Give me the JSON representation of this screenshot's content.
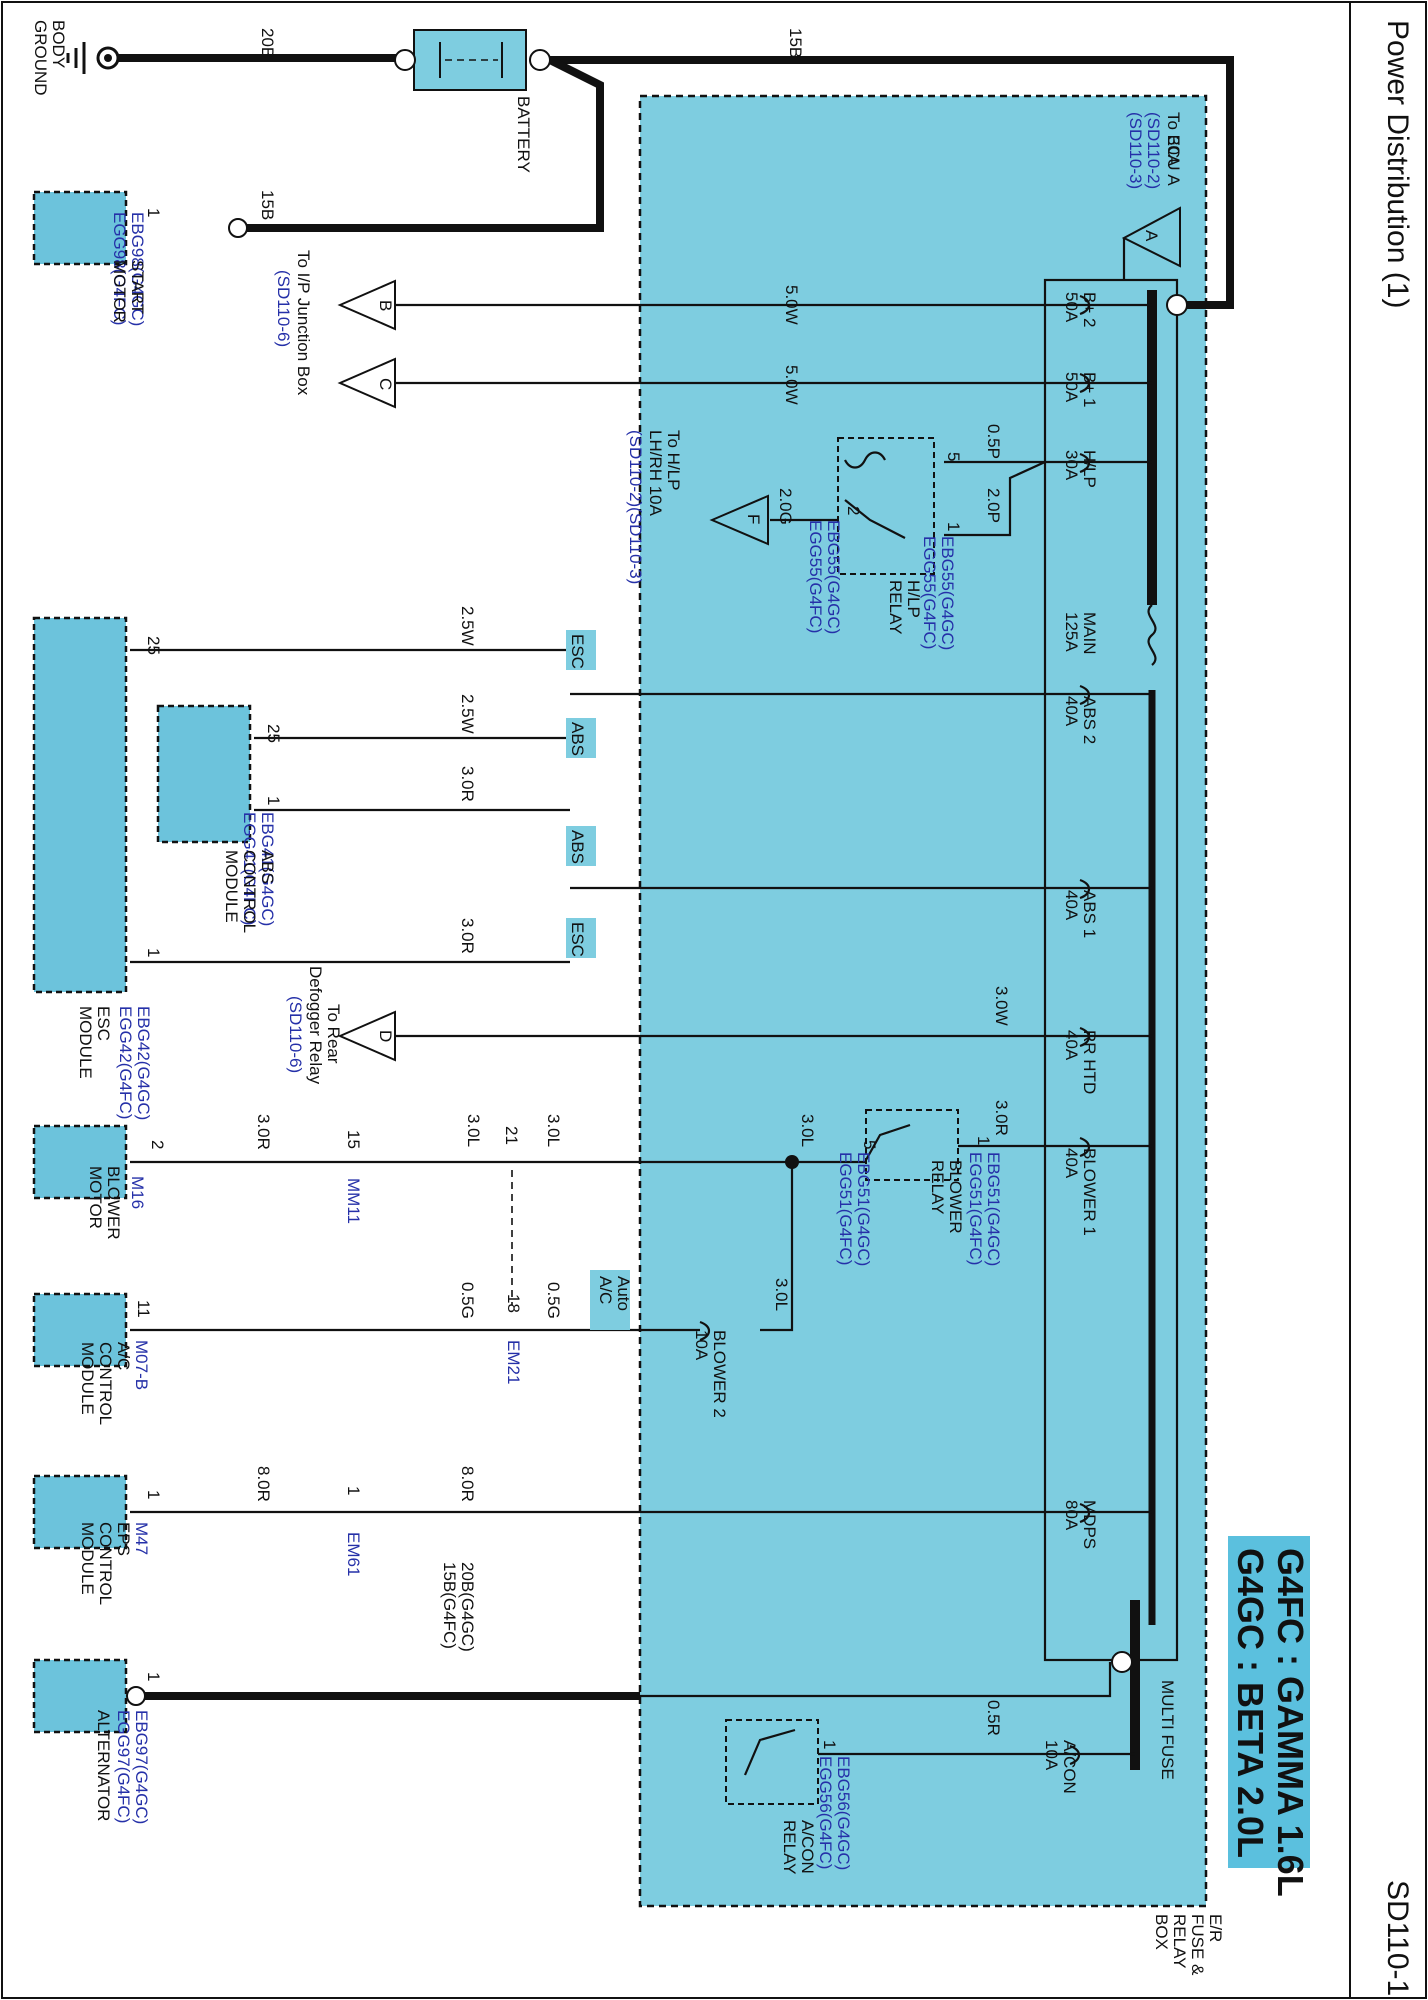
{
  "page": {
    "title": "Power Distribution (1)",
    "code": "SD110-1"
  },
  "engines": {
    "line1": "G4FC : GAMMA 1.6L",
    "line2": "G4GC : BETA 2.0L"
  },
  "components": {
    "body_ground": [
      "BODY",
      "GROUND"
    ],
    "battery": "BATTERY",
    "start_motor": [
      "START",
      "MOTOR"
    ],
    "ip_junction": "To I/P Junction Box",
    "ip_junction_ref": "(SD110-6)",
    "ecu": [
      "To ECU A",
      "30A",
      "(SD110-2)",
      "(SD110-3)"
    ],
    "hlp": [
      "To H/LP",
      "LH/RH 10A",
      "(SD110-2)(SD110-3)"
    ],
    "hlp_relay": [
      "H/LP",
      "RELAY"
    ],
    "abs_module": [
      "ABS",
      "CONTROL",
      "MODULE"
    ],
    "esc_module": [
      "ESC",
      "MODULE"
    ],
    "rear_defogger": [
      "To Rear",
      "Defogger Relay",
      "(SD110-6)"
    ],
    "blower_relay": [
      "BLOWER",
      "RELAY"
    ],
    "blower_motor": [
      "BLOWER",
      "MOTOR"
    ],
    "ac_module": [
      "A/C",
      "CONTROL",
      "MODULE"
    ],
    "eps_module": [
      "EPS",
      "CONTROL",
      "MODULE"
    ],
    "alternator": "ALTERNATOR",
    "multi_fuse": "MULTI FUSE",
    "ac_relay": [
      "A/CON",
      "RELAY"
    ],
    "fuse_box": [
      "E/R",
      "FUSE &",
      "RELAY",
      "BOX"
    ],
    "auto_ac": [
      "Auto",
      "A/C"
    ]
  },
  "fuses": [
    {
      "name": "B+ 2",
      "rating": "50A"
    },
    {
      "name": "B+ 1",
      "rating": "50A"
    },
    {
      "name": "H/LP",
      "rating": "30A"
    },
    {
      "name": "MAIN",
      "rating": "125A"
    },
    {
      "name": "ABS 2",
      "rating": "40A"
    },
    {
      "name": "ABS 1",
      "rating": "40A"
    },
    {
      "name": "RR HTD",
      "rating": "40A"
    },
    {
      "name": "BLOWER 1",
      "rating": "40A"
    },
    {
      "name": "BLOWER 2",
      "rating": "10A"
    },
    {
      "name": "MDPS",
      "rating": "80A"
    },
    {
      "name": "A/CON",
      "rating": "10A"
    }
  ],
  "connectors": {
    "ebg98": "EBG98(G4GC)",
    "egg98": "EGG98(G4FC)",
    "ebg55": "EBG55(G4GC)",
    "egg55": "EGG55(G4FC)",
    "ebg41": "EBG41(G4GC)",
    "egg41": "EGG41(G4FC)",
    "ebg42": "EBG42(G4GC)",
    "egg42": "EGG42(G4FC)",
    "ebg51": "EBG51(G4GC)",
    "egg51": "EGG51(G4FC)",
    "ebg56": "EBG56(G4GC)",
    "egg56": "EGG56(G4FC)",
    "ebg97": "EBG97(G4GC)",
    "egg97": "EGG97(G4FC)",
    "m16": "M16",
    "mm11": "MM11",
    "m07b": "M07-B",
    "em21": "EM21",
    "m47": "M47",
    "em61": "EM61"
  },
  "wires": {
    "w20b": "20B",
    "w15b_top": "15B",
    "w15b_start": "15B",
    "w50w_a": "5.0W",
    "w50w_b": "5.0W",
    "w05p": "0.5P",
    "w20p": "2.0P",
    "w20g": "2.0G",
    "w25w_esc": "2.5W",
    "w25w_abs": "2.5W",
    "w30r_abs": "3.0R",
    "w30r_esc": "3.0R",
    "w30w": "3.0W",
    "w30r_bl": "3.0R",
    "w30l_a": "3.0L",
    "w30l_b": "3.0L",
    "w30l_c": "3.0L",
    "w30l_d": "3.0L",
    "w30r_m16": "3.0R",
    "w05g_a": "0.5G",
    "w05g_b": "0.5G",
    "w80r_a": "8.0R",
    "w80r_b": "8.0R",
    "w05r": "0.5R",
    "w_alt1": "20B(G4GC)",
    "w_alt2": "15B(G4FC)"
  },
  "tags": {
    "esc1": "ESC",
    "abs1": "ABS",
    "abs2": "ABS",
    "esc2": "ESC"
  },
  "markers": {
    "a": "A",
    "b": "B",
    "c": "C",
    "d": "D",
    "f": "F"
  },
  "pins": {
    "p1_start": "1",
    "p5_hlp": "5",
    "p1_hlp": "1",
    "p2_hlp": "2",
    "p25_esc": "25",
    "p25_abs": "25",
    "p1_abs": "1",
    "p1_esc": "1",
    "p1_bl": "1",
    "p5_bl": "5",
    "p2_m16": "2",
    "p15_mm11": "15",
    "p21": "21",
    "p18": "18",
    "p11": "11",
    "p1_eps": "1",
    "p1_em61": "1",
    "p1_alt": "1",
    "p1_ac": "1"
  },
  "colors": {
    "box_fill": "#7ECDE0",
    "module_fill": "#6CC3DC",
    "connector_text": "#2530a8",
    "engine_box": "#5BC0DE"
  }
}
